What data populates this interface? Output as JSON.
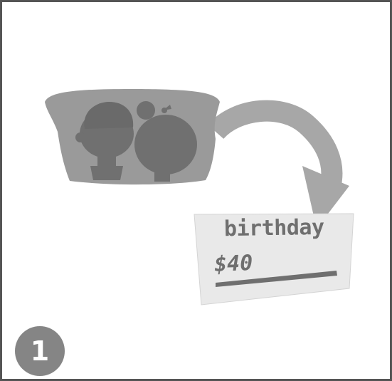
{
  "card": {
    "label": "birthday",
    "amount": "$40"
  },
  "step": {
    "number": "1"
  },
  "colors": {
    "border": "#555555",
    "bubble": "#9a9a9a",
    "silhouette": "#707070",
    "card": "#e9e9e9",
    "text": "#6f6f6f",
    "badge": "#858585"
  }
}
